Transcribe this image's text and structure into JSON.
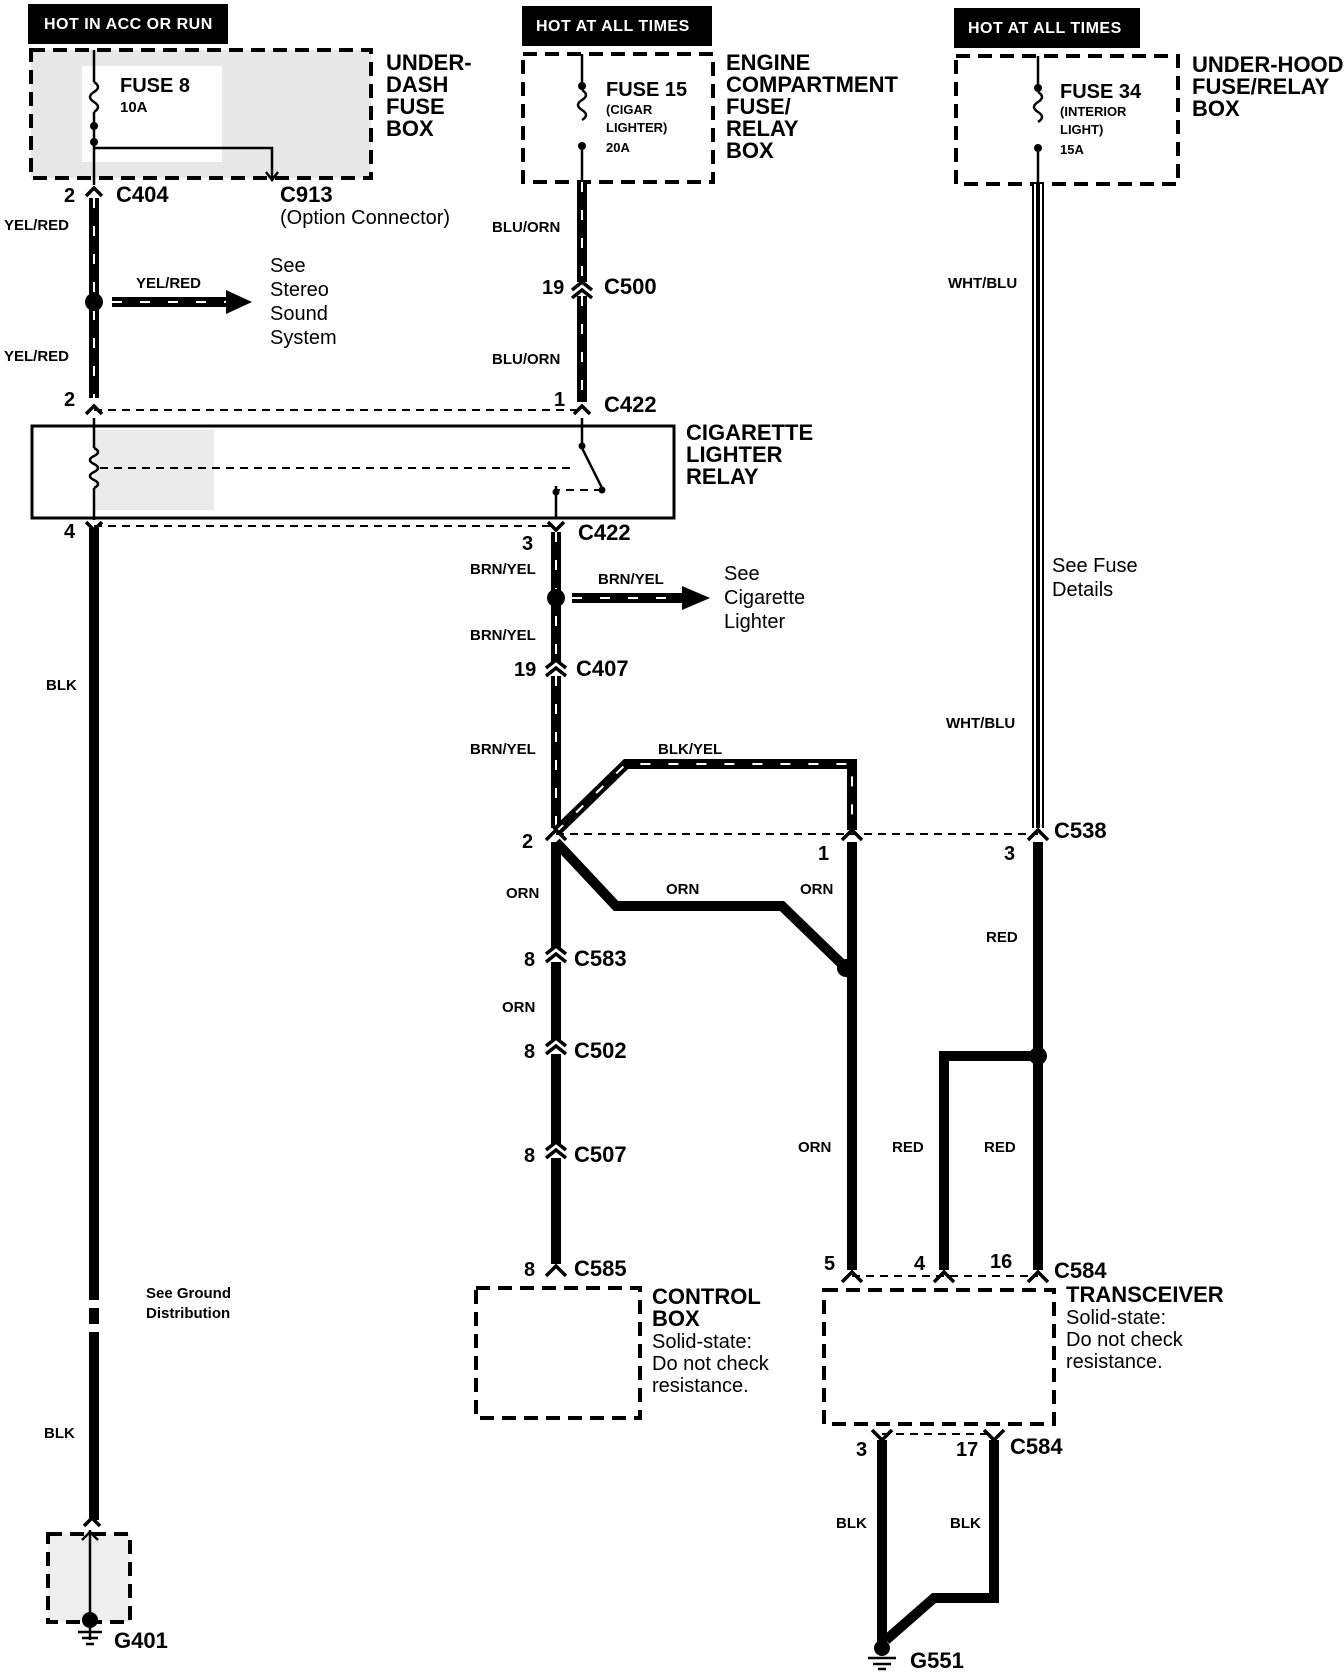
{
  "headers": {
    "left": "HOT IN ACC OR RUN",
    "mid": "HOT AT ALL TIMES",
    "right": "HOT AT ALL TIMES"
  },
  "boxes": {
    "underdash": {
      "lines": [
        "UNDER-",
        "DASH",
        "FUSE",
        "BOX"
      ],
      "fuse": "FUSE 8",
      "amp": "10A"
    },
    "engine": {
      "lines": [
        "ENGINE",
        "COMPARTMENT",
        "FUSE/",
        "RELAY",
        "BOX"
      ],
      "fuse": "FUSE 15",
      "sub1": "(CIGAR",
      "sub2": "LIGHTER)",
      "amp": "20A"
    },
    "underhood": {
      "lines": [
        "UNDER-HOOD",
        "FUSE/RELAY",
        "BOX"
      ],
      "fuse": "FUSE 34",
      "sub1": "(INTERIOR",
      "sub2": "LIGHT)",
      "amp": "15A"
    },
    "relay": {
      "lines": [
        "CIGARETTE",
        "LIGHTER",
        "RELAY"
      ]
    },
    "control": {
      "lines": [
        "CONTROL",
        "BOX",
        "Solid-state:",
        "Do not check",
        "resistance."
      ]
    },
    "transceiver": {
      "lines": [
        "TRANSCEIVER",
        "Solid-state:",
        "Do not check",
        "resistance."
      ]
    }
  },
  "connectors": {
    "c404": "C404",
    "c913": "C913",
    "c913_note": "(Option Connector)",
    "c500": "C500",
    "c422a": "C422",
    "c422b": "C422",
    "c407": "C407",
    "c538": "C538",
    "c583": "C583",
    "c502": "C502",
    "c507": "C507",
    "c585": "C585",
    "c584a": "C584",
    "c584b": "C584"
  },
  "pins": {
    "p2a": "2",
    "p2b": "2",
    "p4": "4",
    "p19a": "19",
    "p1a": "1",
    "p3a": "3",
    "p19b": "19",
    "p2c": "2",
    "p1b": "1",
    "p3b": "3",
    "p8a": "8",
    "p8b": "8",
    "p8c": "8",
    "p8d": "8",
    "p5": "5",
    "p4b": "4",
    "p16": "16",
    "p3c": "3",
    "p17": "17"
  },
  "wire_colors": {
    "yelred1": "YEL/RED",
    "yelred2": "YEL/RED",
    "yelred3": "YEL/RED",
    "bluorn1": "BLU/ORN",
    "bluorn2": "BLU/ORN",
    "whtblu1": "WHT/BLU",
    "whtblu2": "WHT/BLU",
    "blk1": "BLK",
    "blk2": "BLK",
    "blk3": "BLK",
    "blk4": "BLK",
    "brnyel1": "BRN/YEL",
    "brnyel2": "BRN/YEL",
    "brnyel3": "BRN/YEL",
    "brnyel4": "BRN/YEL",
    "blkyel": "BLK/YEL",
    "orn1": "ORN",
    "orn2": "ORN",
    "orn3": "ORN",
    "orn4": "ORN",
    "orn5": "ORN",
    "red1": "RED",
    "red2": "RED",
    "red3": "RED"
  },
  "references": {
    "stereo": [
      "See",
      "Stereo",
      "Sound",
      "System"
    ],
    "lighter": [
      "See",
      "Cigarette",
      "Lighter"
    ],
    "fuse": [
      "See Fuse",
      "Details"
    ],
    "ground": [
      "See Ground",
      "Distribution"
    ]
  },
  "grounds": {
    "g401": "G401",
    "g551": "G551"
  }
}
